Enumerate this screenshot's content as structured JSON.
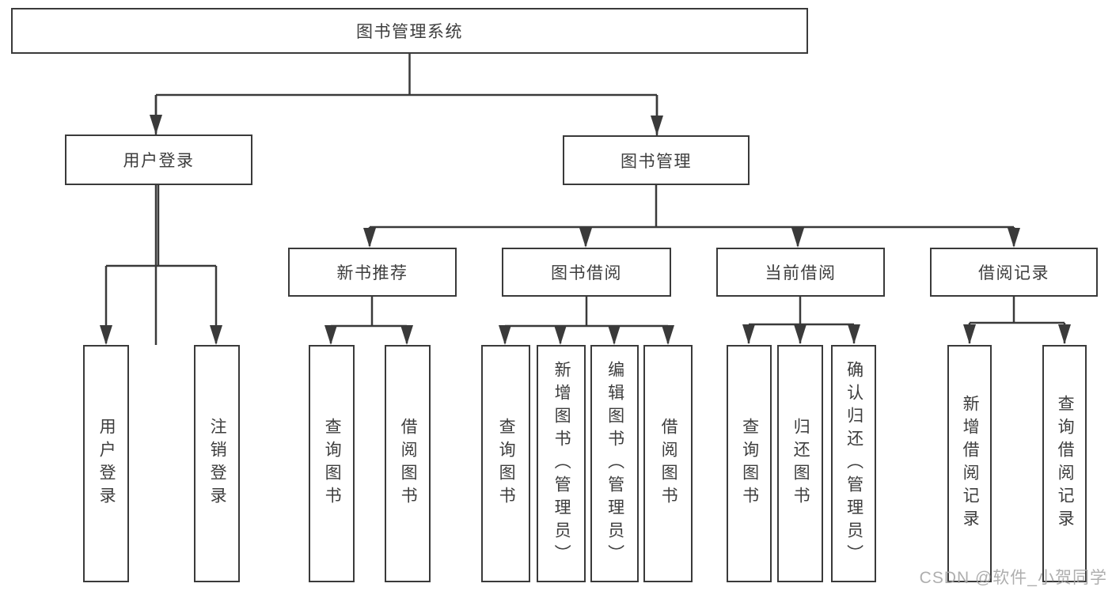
{
  "page": {
    "background": "#ffffff",
    "watermark": "CSDN @软件_小贺同学"
  },
  "colors": {
    "line": "#3a3a3a",
    "box_border": "#3a3a3a",
    "box_fill": "#ffffff",
    "text": "#3d3d3d",
    "watermark": "#a6a6a6"
  },
  "diagram_type": "hierarchy",
  "tree": {
    "label": "图书管理系统",
    "children": [
      {
        "label": "用户登录",
        "children": [
          {
            "label": "用户登录"
          },
          {
            "label": "注销登录"
          }
        ]
      },
      {
        "label": "图书管理",
        "children": [
          {
            "label": "新书推荐",
            "children": [
              {
                "label": "查询图书"
              },
              {
                "label": "借阅图书"
              }
            ]
          },
          {
            "label": "图书借阅",
            "children": [
              {
                "label": "查询图书"
              },
              {
                "label": "新增图书（管理员）"
              },
              {
                "label": "编辑图书（管理员）"
              },
              {
                "label": "借阅图书"
              }
            ]
          },
          {
            "label": "当前借阅",
            "children": [
              {
                "label": "查询图书"
              },
              {
                "label": "归还图书"
              },
              {
                "label": "确认归还（管理员）"
              }
            ]
          },
          {
            "label": "借阅记录",
            "children": [
              {
                "label": "新增借阅记录"
              },
              {
                "label": "查询借阅记录"
              }
            ]
          }
        ]
      }
    ]
  }
}
